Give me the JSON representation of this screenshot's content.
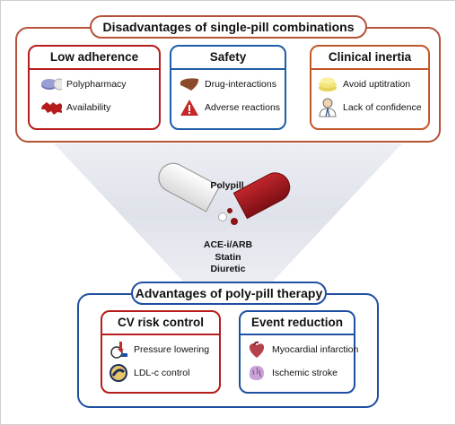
{
  "top_group": {
    "title": "Disadvantages of single-pill combinations",
    "border_color": "#b4533a",
    "cards": [
      {
        "title": "Low adherence",
        "color": "#b71c1c",
        "items": [
          {
            "label": "Polypharmacy",
            "icon": "pills-icon"
          },
          {
            "label": "Availability",
            "icon": "world-map-icon"
          }
        ]
      },
      {
        "title": "Safety",
        "color": "#1f5ea8",
        "items": [
          {
            "label": "Drug-interactions",
            "icon": "liver-icon"
          },
          {
            "label": "Adverse reactions",
            "icon": "warning-icon"
          }
        ]
      },
      {
        "title": "Clinical inertia",
        "color": "#c2572a",
        "items": [
          {
            "label": "Avoid uptitration",
            "icon": "stacked-pills-icon"
          },
          {
            "label": "Lack of confidence",
            "icon": "doctor-icon"
          }
        ]
      }
    ]
  },
  "polypill": {
    "label": "Polypill",
    "components": [
      "ACE-i/ARB",
      "Statin",
      "Diuretic"
    ]
  },
  "bottom_group": {
    "title": "Advantages of poly-pill therapy",
    "border_color": "#1f4fa0",
    "cards": [
      {
        "title": "CV risk control",
        "color": "#b71c1c",
        "items": [
          {
            "label": "Pressure lowering",
            "icon": "blood-pressure-icon"
          },
          {
            "label": "LDL-c control",
            "icon": "cholesterol-vessel-icon"
          }
        ]
      },
      {
        "title": "Event reduction",
        "color": "#1f4fa0",
        "items": [
          {
            "label": "Myocardial infarction",
            "icon": "heart-icon"
          },
          {
            "label": "Ischemic stroke",
            "icon": "brain-icon"
          }
        ]
      }
    ]
  }
}
